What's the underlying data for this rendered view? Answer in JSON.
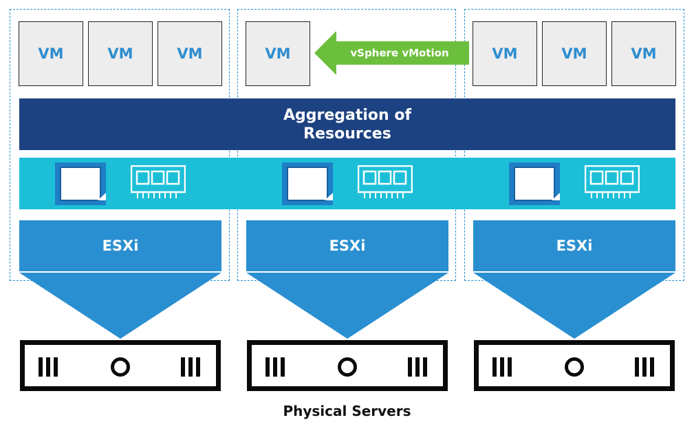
{
  "vm_label": "VM",
  "vmotion": {
    "label": "vSphere vMotion",
    "color": "#6cbf3c"
  },
  "aggregation": {
    "line1": "Aggregation of",
    "line2": "Resources",
    "color": "#1d4281"
  },
  "resources": {
    "band_color": "#1dbfd8",
    "icons": [
      "cpu-chip-icon",
      "memory-module-icon"
    ]
  },
  "hypervisor": {
    "label": "ESXi",
    "color": "#2a8fd1"
  },
  "caption": "Physical Servers",
  "hosts": [
    {
      "vms": [
        "VM",
        "VM",
        "VM"
      ]
    },
    {
      "vms": [
        "VM"
      ]
    },
    {
      "vms": [
        "VM",
        "VM",
        "VM"
      ]
    }
  ]
}
